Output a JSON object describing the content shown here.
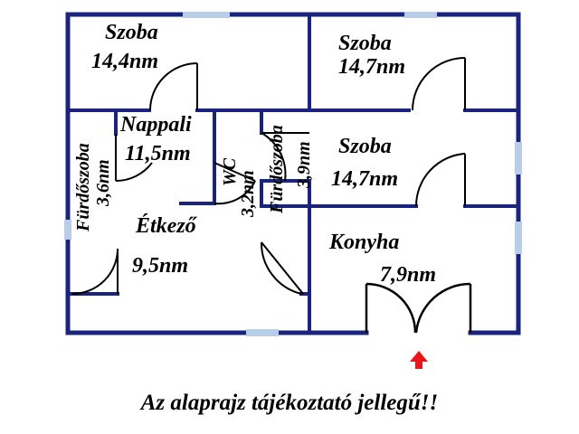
{
  "floorplan": {
    "colors": {
      "wall": "#1a237e",
      "window": "#b7cde8",
      "entrance_arrow": "#e8151b",
      "text": "#000000"
    },
    "rooms": {
      "szoba1": {
        "name": "Szoba",
        "area": "14,4nm"
      },
      "szoba2": {
        "name": "Szoba",
        "area": "14,7nm"
      },
      "szoba3": {
        "name": "Szoba",
        "area": "14,7nm"
      },
      "nappali": {
        "name": "Nappali",
        "area": "11,5nm"
      },
      "furdo1": {
        "name": "Fürdőszoba",
        "area": "3,6nm"
      },
      "wc": {
        "name": "WC",
        "area": "3,2nm"
      },
      "furdo2": {
        "name": "Fürdőszoba",
        "area": "3,9nm"
      },
      "etkezo": {
        "name": "Étkező",
        "area": "9,5nm"
      },
      "konyha": {
        "name": "Konyha",
        "area": "7,9nm"
      }
    },
    "entrance_icon": "up-arrow-icon"
  },
  "disclaimer": "Az alaprajz tájékoztató jellegű!!"
}
